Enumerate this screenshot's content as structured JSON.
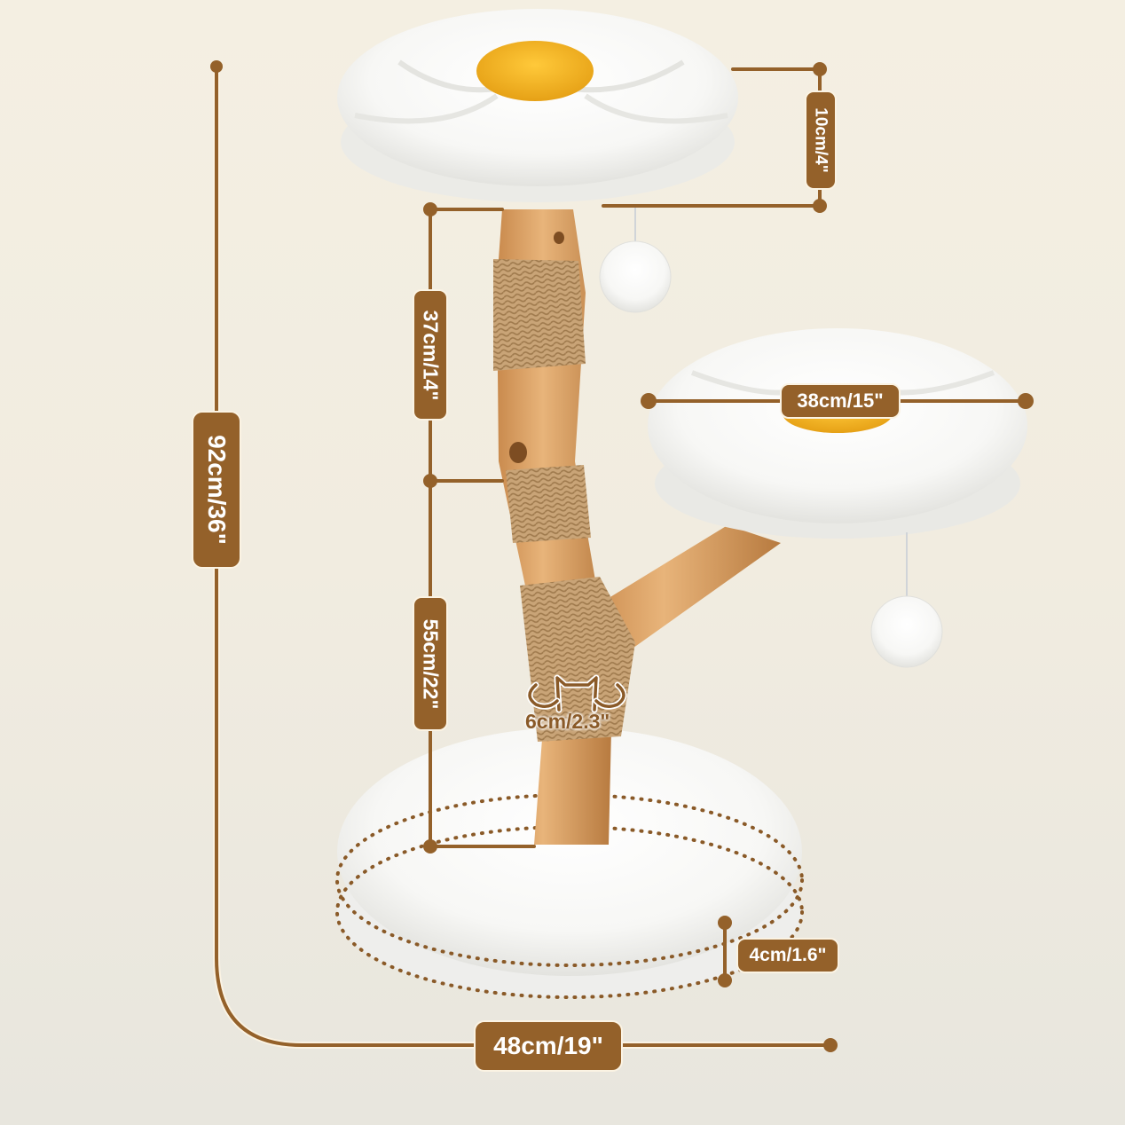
{
  "image": {
    "subject": "Flower cat tree with two daisy beds, natural wood trunk with sisal rope wraps, hanging pompoms and round plush base",
    "accent_color": "#94612a",
    "background_color": "#f2ede1"
  },
  "dimensions": {
    "total_height": "92cm/36\"",
    "top_bed_thickness": "10cm/4\"",
    "upper_trunk_height": "37cm/14\"",
    "lower_trunk_height": "55cm/22\"",
    "side_bed_diameter": "38cm/15\"",
    "trunk_diameter": "6cm/2.3\"",
    "base_thickness": "4cm/1.6\"",
    "base_width": "48cm/19\""
  },
  "icons": {
    "trunk_diameter_icon": "cat-hugging-icon"
  }
}
